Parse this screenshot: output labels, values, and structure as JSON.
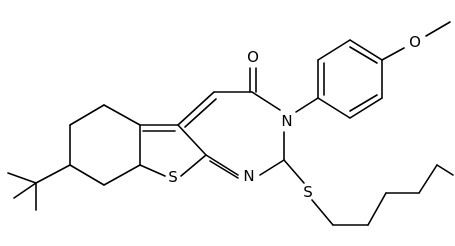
{
  "image": {
    "type": "skeletal structure drawing",
    "colors": {
      "background": "#ffffff",
      "bonds": "#000000",
      "labels": "#000000"
    }
  },
  "atoms": {
    "o_carbonyl": "O",
    "o_methoxy": "O",
    "n_3": "N",
    "n_1": "N",
    "s_thiophene": "S",
    "s_thioether": "S"
  }
}
